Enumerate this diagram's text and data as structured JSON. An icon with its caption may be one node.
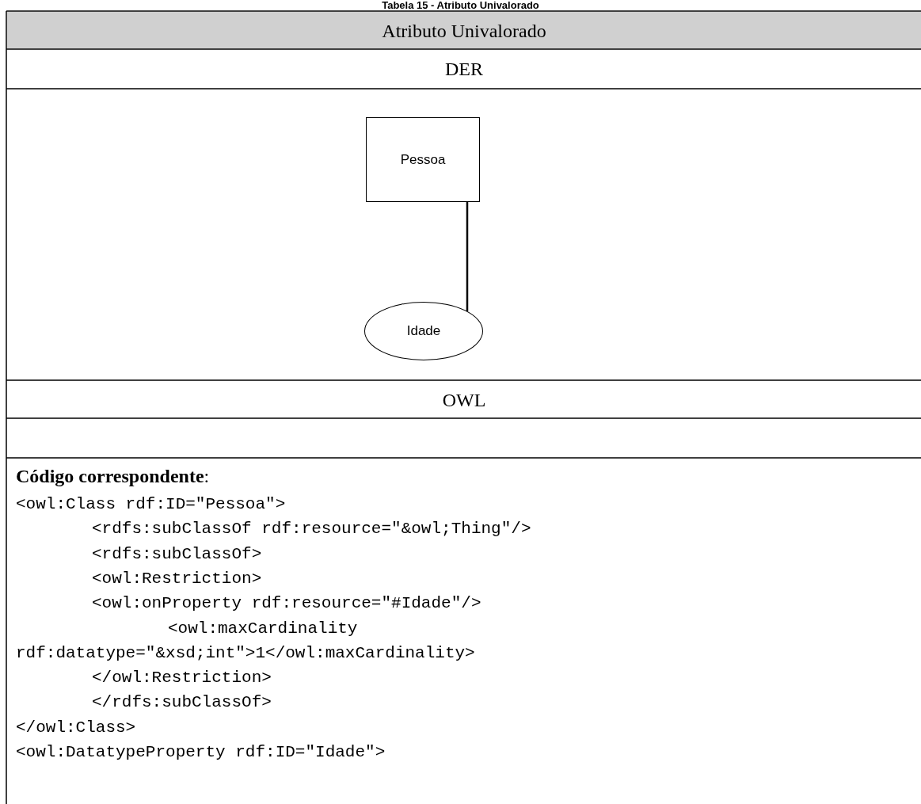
{
  "diagram": {
    "title": "Tabela 15 - Atributo Univalorado",
    "nodes": [
      {
        "text": [
          "Pessoa"
        ]
      },
      {
        "text": [
          "Idade"
        ]
      }
    ],
    "edges": [
      {
        "from": 0,
        "to": 1,
        "arrow": "none"
      }
    ],
    "labels": [
      "Atributo Univalorado",
      "DER",
      "OWL",
      "**Código correspondente**:",
      "<owl:Class rdf:ID=\"Pessoa\">",
      "<rdfs:subClassOf rdf:resource=\"&owl;Thing\"/>",
      "<rdfs:subClassOf>",
      "<owl:Restriction>",
      "<owl:onProperty rdf:resource=\"#Idade\"/>",
      "<owl:maxCardinality",
      "rdf:datatype=\"&xsd;int\">1</owl:maxCardinality>",
      "</owl:Restriction>",
      "</rdfs:subClassOf>",
      "</owl:Class>",
      "<owl:DatatypeProperty rdf:ID=\"Idade\">"
    ]
  }
}
